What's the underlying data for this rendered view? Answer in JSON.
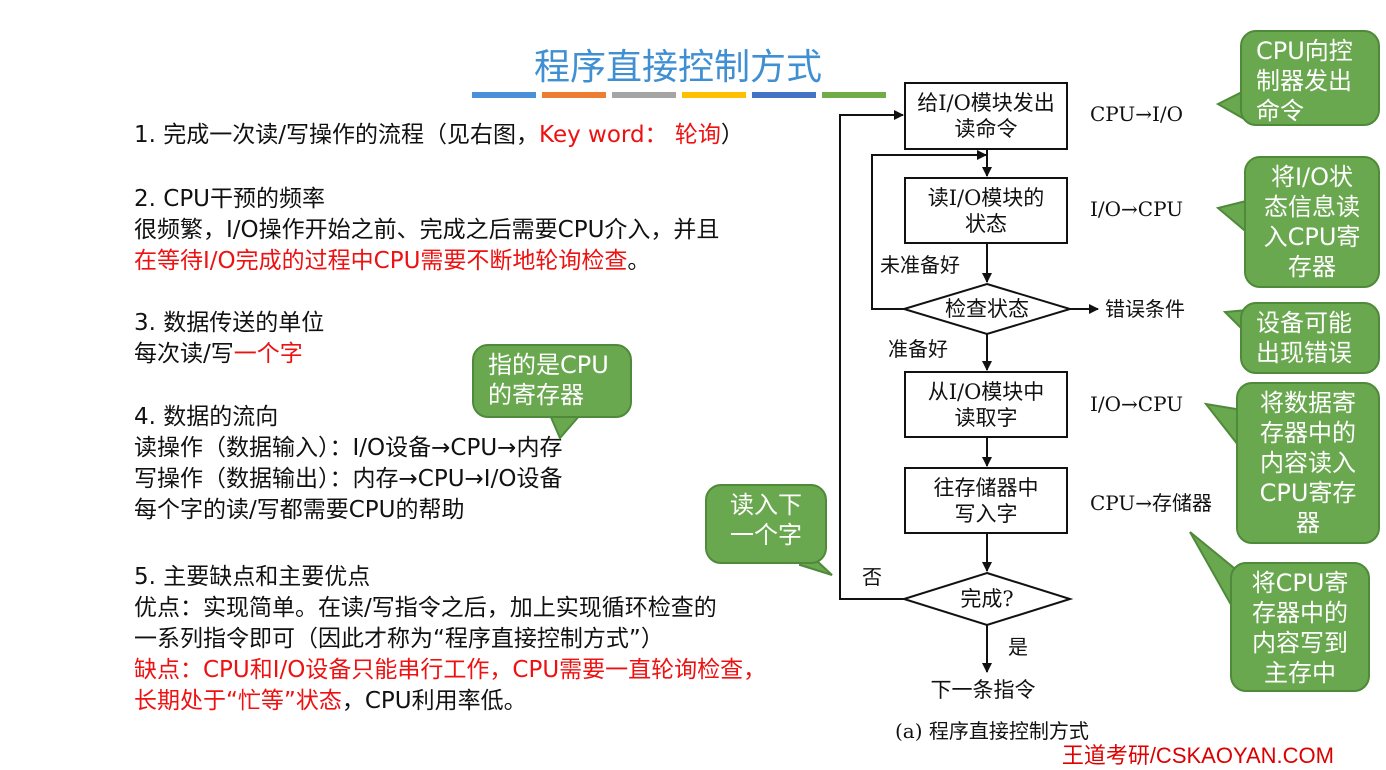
{
  "title": "程序直接控制方式",
  "accent_bars": [
    "#4a90d9",
    "#ed7d31",
    "#a5a5a5",
    "#ffc000",
    "#4472c4",
    "#70ad47"
  ],
  "sections": {
    "s1": {
      "text": "1. 完成一次读/写操作的流程（见右图，",
      "kw": "Key word：  轮询",
      "close": "）"
    },
    "s2": {
      "heading": "2. CPU干预的频率",
      "line1": "很频繁，I/O操作开始之前、完成之后需要CPU介入，并且",
      "line2_red": "在等待I/O完成的过程中CPU需要不断地轮询检查",
      "line2_end": "。"
    },
    "s3": {
      "heading": "3. 数据传送的单位",
      "prefix": "每次读/写",
      "red": "一个字"
    },
    "s4": {
      "heading": "4. 数据的流向",
      "read": "读操作（数据输入）：I/O设备→CPU→内存",
      "write": "写操作（数据输出）：内存→CPU→I/O设备",
      "each": "每个字的读/写都需要CPU的帮助"
    },
    "s5": {
      "heading": "5. 主要缺点和主要优点",
      "adv1": "优点：实现简单。在读/写指令之后，加上实现循环检查的",
      "adv2": "一系列指令即可（因此才称为“程序直接控制方式”）",
      "dis1": "缺点：CPU和I/O设备只能串行工作，CPU需要一直轮询检查，",
      "dis2_red": "长期处于“忙等”状态",
      "dis2_end": "，CPU利用率低。"
    }
  },
  "callouts": {
    "c1": "CPU向控制器发出命令",
    "c2": "将I/O状态信息读入CPU寄存器",
    "c3": "设备可能出现错误",
    "c4": "将数据寄存器中的内容读入CPU寄存器",
    "c5": "将CPU寄存器中的内容写到主存中",
    "c6": "指的是CPU的寄存器",
    "c7": "读入下一个字"
  },
  "flowchart": {
    "box1": [
      "给I/O模块发出",
      "读命令"
    ],
    "box2": [
      "读I/O模块的",
      "状态"
    ],
    "decision1": "检查状态",
    "box3": [
      "从I/O模块中",
      "读取字"
    ],
    "box4": [
      "往存储器中",
      "写入字"
    ],
    "decision2": "完成?",
    "label_cpu_io": "CPU→I/O",
    "label_io_cpu_1": "I/O→CPU",
    "label_io_cpu_2": "I/O→CPU",
    "label_cpu_mem": "CPU→存储器",
    "not_ready": "未准备好",
    "ready": "准备好",
    "error": "错误条件",
    "no": "否",
    "yes": "是",
    "next": "下一条指令",
    "caption": "(a) 程序直接控制方式"
  },
  "footer": "王道考研/CSKAOYAN.COM"
}
